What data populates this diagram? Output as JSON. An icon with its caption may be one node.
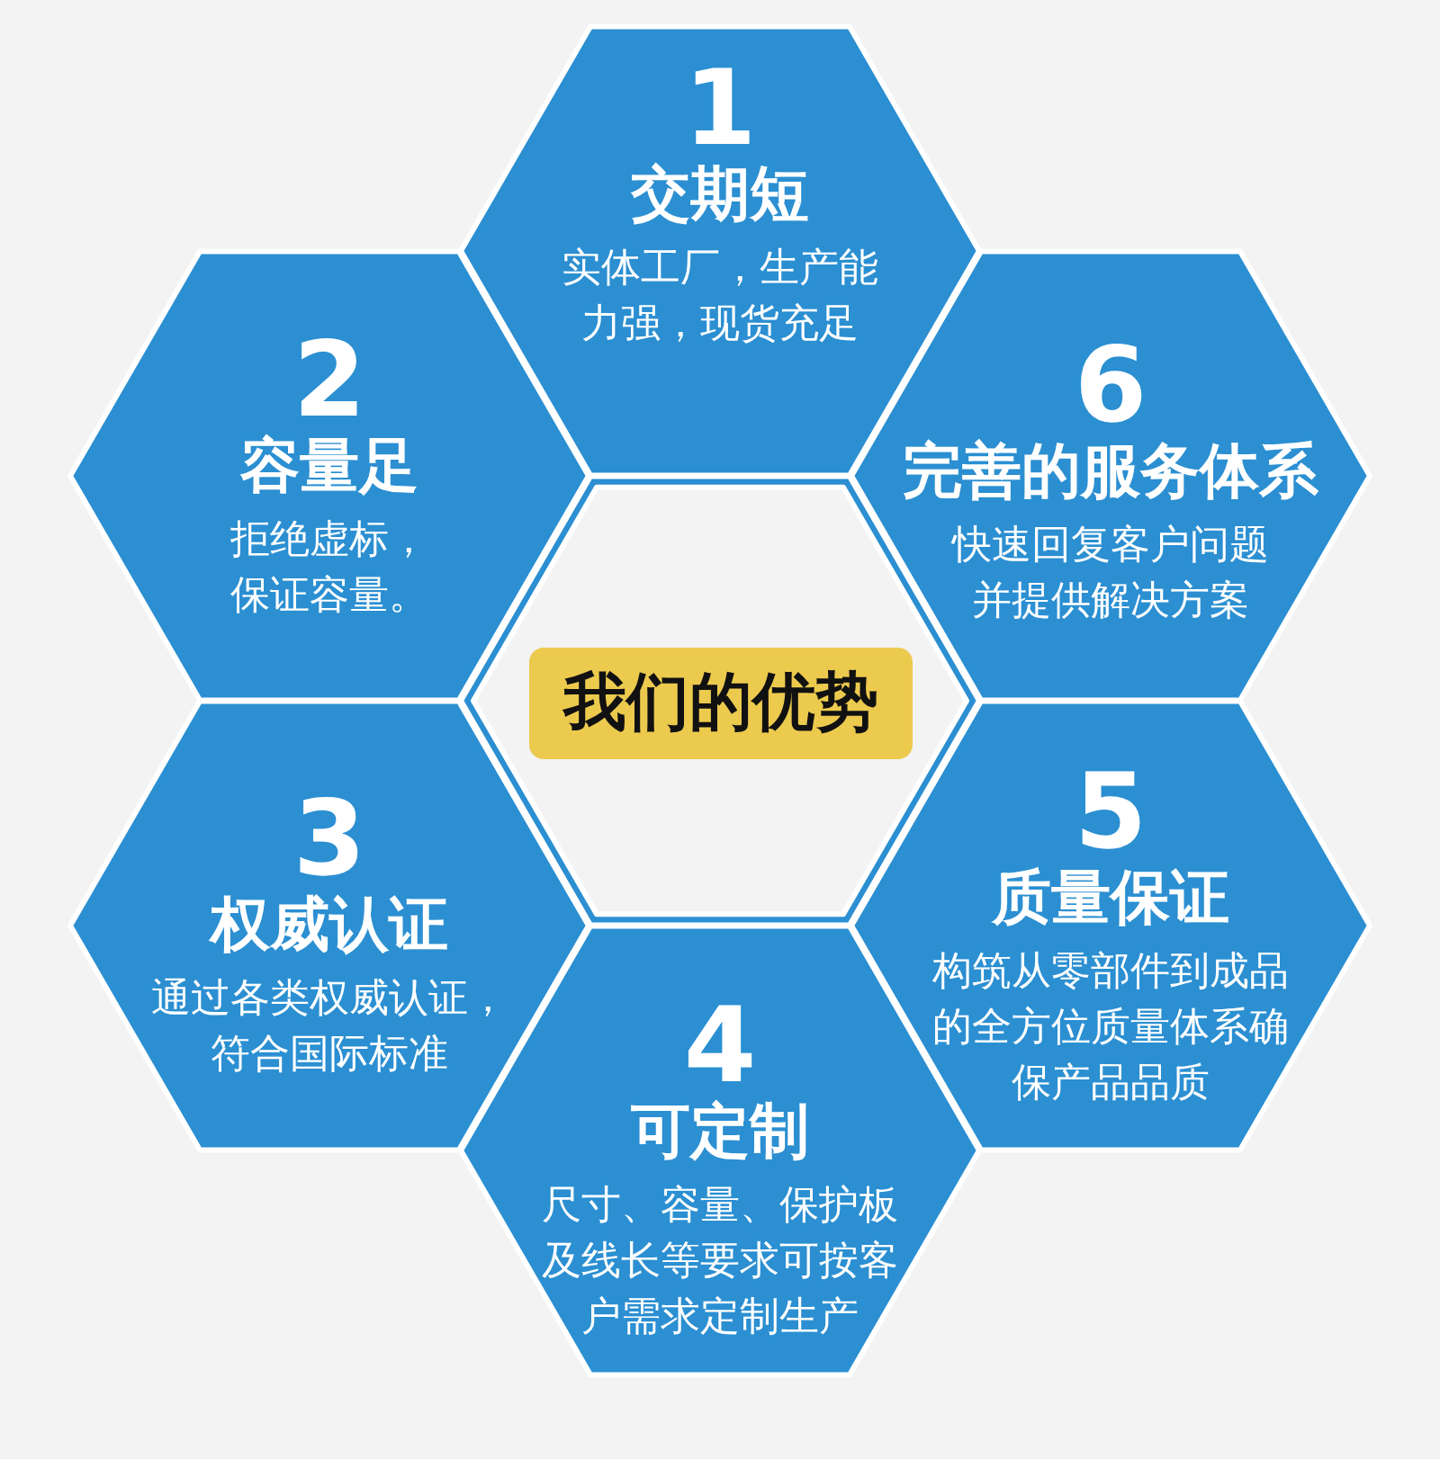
{
  "diagram": {
    "nodes": [
      {
        "text": [
          "1",
          "交期短",
          "实体工厂，生产能力强，现货充足"
        ]
      },
      {
        "text": [
          "2",
          "容量足",
          "拒绝虚标，保证容量。"
        ]
      },
      {
        "text": [
          "6",
          "完善的服务体系",
          "快速回复客户问题并提供解决方案"
        ]
      },
      {
        "text": [],
        "shape": "hexagon"
      },
      {
        "text": [
          "我们的优势"
        ],
        "in": 3
      },
      {
        "text": [
          "3",
          "权威认证",
          "通过各类权威认证，符合国际标准"
        ]
      },
      {
        "text": [
          "5",
          "质量保证",
          "构筑从零部件到成品的全方位质量体系确保产品品质"
        ]
      },
      {
        "text": [
          "4",
          "可定制",
          "尺寸、容量、保护板及线长等要求可按客户需求定制生产"
        ]
      }
    ]
  }
}
